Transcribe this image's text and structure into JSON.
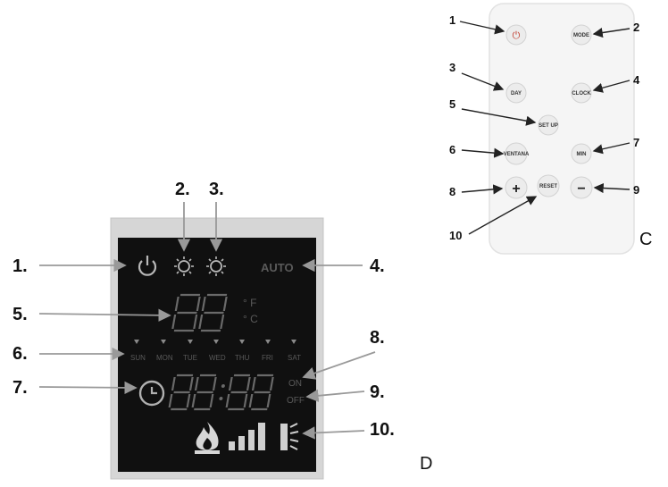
{
  "remote": {
    "panel_letter": "C",
    "buttons": {
      "power_symbol": "⏻",
      "mode": "MODE",
      "day": "DAY",
      "clock": "CLOCK",
      "setup": "SET UP",
      "ventana": "VENTANA",
      "min": "MIN",
      "plus": "+",
      "reset": "RESET",
      "minus": "−"
    },
    "callouts": [
      "1",
      "2",
      "3",
      "4",
      "5",
      "6",
      "7",
      "8",
      "9",
      "10"
    ]
  },
  "lcd": {
    "panel_letter": "D",
    "callouts": [
      "1.",
      "2.",
      "3.",
      "4.",
      "5.",
      "6.",
      "7.",
      "8.",
      "9.",
      "10."
    ],
    "auto": "AUTO",
    "deg_f": "° F",
    "deg_c": "° C",
    "days": [
      "SUN",
      "MON",
      "TUE",
      "WED",
      "THU",
      "FRI",
      "SAT"
    ],
    "on": "ON",
    "off": "OFF"
  },
  "colors": {
    "lcd_background": "#101010",
    "lcd_frame": "#cfcfcf",
    "lcd_segments": "#6a6a6a",
    "lcd_bright": "#bdbdbd",
    "remote_body": "#f6f6f6",
    "power_red": "#c0392b"
  },
  "icons": [
    "power-icon",
    "sun-icon",
    "flame-icon",
    "signal-bars-icon",
    "fan-heater-icon",
    "timer-icon"
  ]
}
